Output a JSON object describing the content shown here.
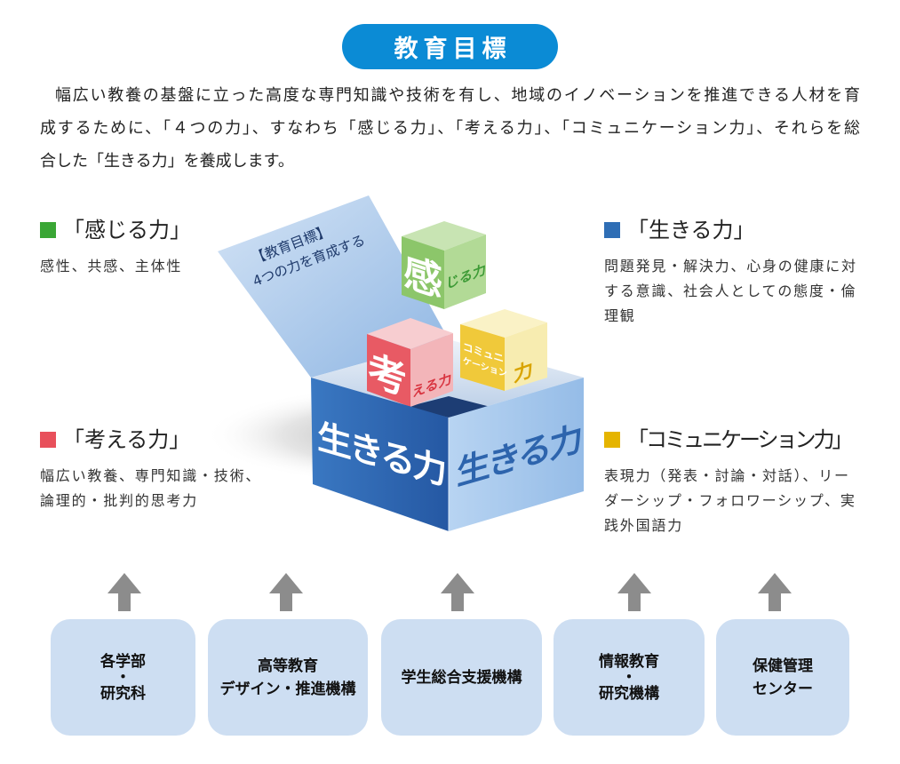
{
  "title": "教育目標",
  "intro_lines": [
    "幅広い教養の基盤に立った高度な専門知識や技術を有し、地域のイノベーションを推進できる人材を育",
    "成するために、「４つの力」、すなわち「感じる力」、「考える力」、「コミュニケーション力」、それらを総",
    "合した「生きる力」を養成します。"
  ],
  "abilities": [
    {
      "heading": "「感じる力」",
      "color": "#3aa635",
      "description_lines": [
        "感性、共感、主体性"
      ]
    },
    {
      "heading": "「生きる力」",
      "color": "#2f6eb5",
      "description_lines": [
        "問題発見・解決力、心身の健康に対",
        "する意識、社会人としての態度・倫",
        "理観"
      ]
    },
    {
      "heading": "「考える力」",
      "color": "#e8505b",
      "description_lines": [
        "幅広い教養、専門知識・技術、",
        "論理的・批判的思考力"
      ]
    },
    {
      "heading": "「コミュニケーション力」",
      "color": "#e5b400",
      "description_lines": [
        "表現力（発表・討論・対話）、リー",
        "ダーシップ・フォロワーシップ、実",
        "践外国語力"
      ]
    }
  ],
  "illustration": {
    "lid_text": [
      "【教育目標】",
      "4つの力を育成する"
    ],
    "box_front_label": "生きる力",
    "box_side_label": "生きる力",
    "box_color": "#2d6ab5",
    "cube_kanjiru": {
      "big": "感",
      "small": "じる力",
      "color": "#8cc66a"
    },
    "cube_kangaeru": {
      "big": "考",
      "small": "える力",
      "color": "#e85a64"
    },
    "cube_communication": {
      "lines": [
        "コミュニ",
        "ケーション"
      ],
      "small": "力",
      "color": "#f0c93a"
    }
  },
  "arrow_icon": "up-arrow",
  "organizations": [
    {
      "lines": [
        "各学部",
        "・",
        "研究科"
      ]
    },
    {
      "lines": [
        "高等教育",
        "デザイン・推進機構"
      ]
    },
    {
      "lines": [
        "学生総合支援機構"
      ]
    },
    {
      "lines": [
        "情報教育",
        "・",
        "研究機構"
      ]
    },
    {
      "lines": [
        "保健管理",
        "センター"
      ]
    }
  ],
  "colors": {
    "title_pill": "#0b8bd5",
    "org_box": "#cddef2",
    "arrow": "#8c8c8c"
  }
}
